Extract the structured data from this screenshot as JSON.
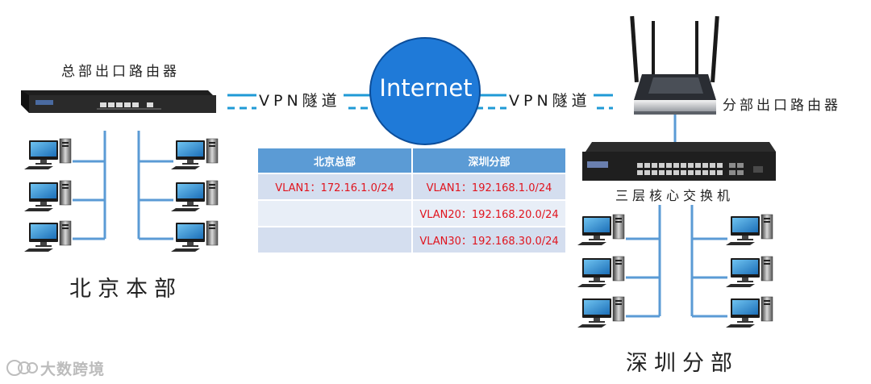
{
  "hq_router_label": "总部出口路由器",
  "branch_router_label": "分部出口路由器",
  "core_switch_label": "三层核心交换机",
  "internet_label": "Internet",
  "vpn_tunnel_label": "VPN隧道",
  "hq_title": "北京本部",
  "branch_title": "深圳分部",
  "table": {
    "headers": [
      "北京总部",
      "深圳分部"
    ],
    "rows": [
      [
        "VLAN1：172.16.1.0/24",
        "VLAN1：192.168.1.0/24"
      ],
      [
        "",
        "VLAN20：192.168.20.0/24"
      ],
      [
        "",
        "VLAN30：192.168.30.0/24"
      ]
    ]
  },
  "colors": {
    "link": "#5b9bd5",
    "internet_fill": "#1f7ad8",
    "vlan_text": "#e0141e",
    "table_header": "#5b9bd5"
  },
  "watermark": "大数跨境"
}
